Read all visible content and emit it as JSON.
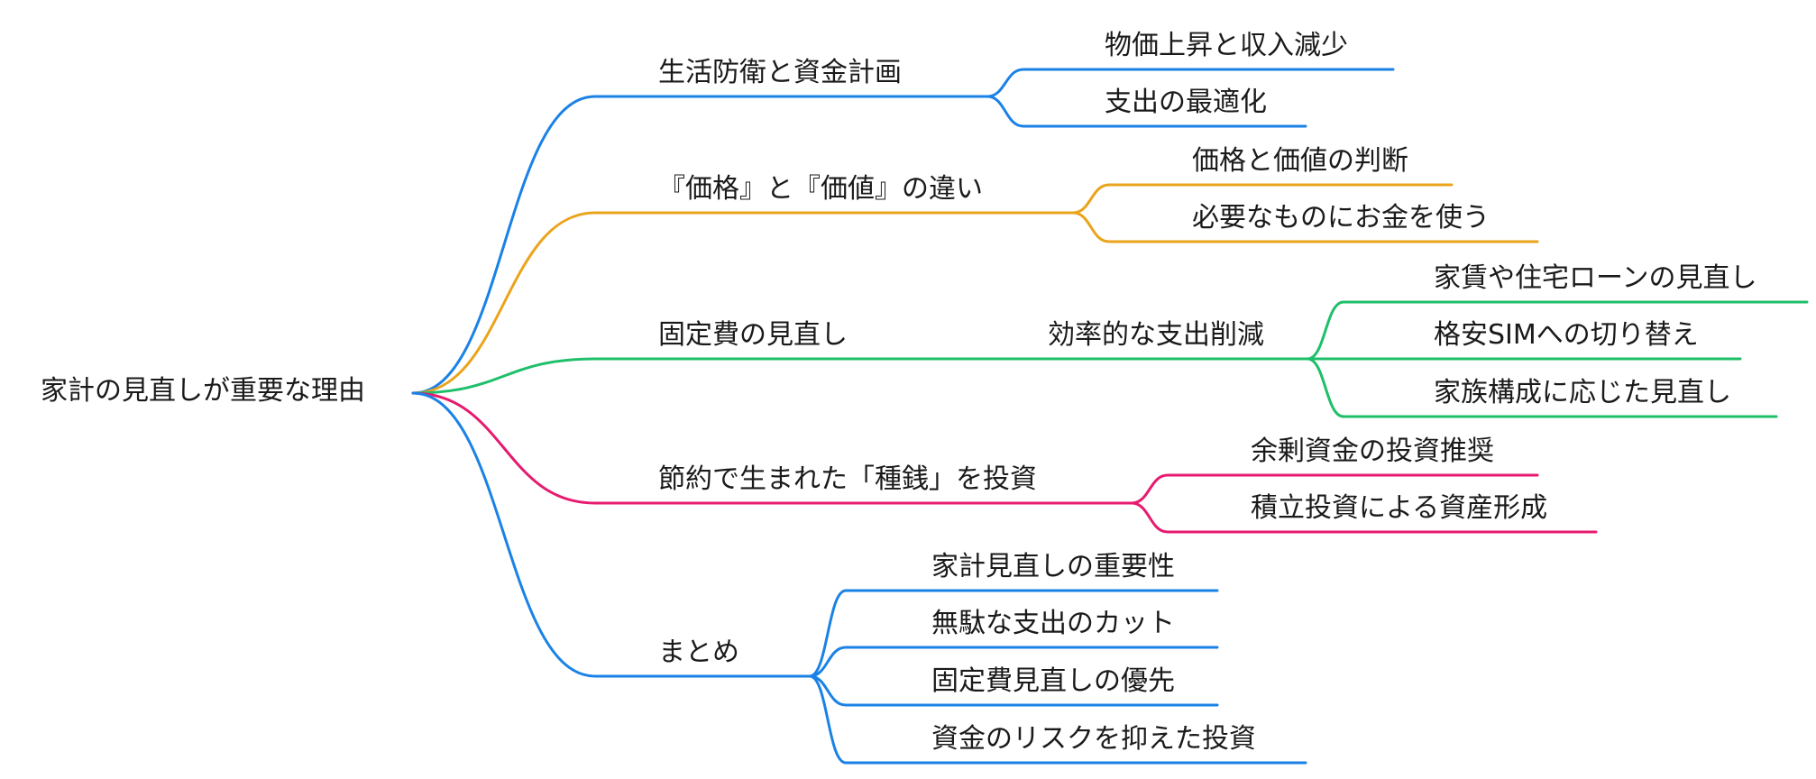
{
  "mindmap": {
    "root": "家計の見直しが重要な理由",
    "branches": [
      {
        "label": "生活防衛と資金計画",
        "color": "#1a82e6",
        "children": [
          "物価上昇と収入減少",
          "支出の最適化"
        ]
      },
      {
        "label": "『価格』と『価値』の違い",
        "color": "#eaa41c",
        "children": [
          "価格と価値の判断",
          "必要なものにお金を使う"
        ]
      },
      {
        "label": "固定費の見直し",
        "color": "#1fbf6a",
        "sub": "効率的な支出削減",
        "children": [
          "家賃や住宅ローンの見直し",
          "格安SIMへの切り替え",
          "家族構成に応じた見直し"
        ]
      },
      {
        "label": "節約で生まれた「種銭」を投資",
        "color": "#e61a6e",
        "children": [
          "余剰資金の投資推奨",
          "積立投資による資産形成"
        ]
      },
      {
        "label": "まとめ",
        "color": "#1a82e6",
        "children": [
          "家計見直しの重要性",
          "無駄な支出のカット",
          "固定費見直しの優先",
          "資金のリスクを抑えた投資"
        ]
      }
    ]
  }
}
